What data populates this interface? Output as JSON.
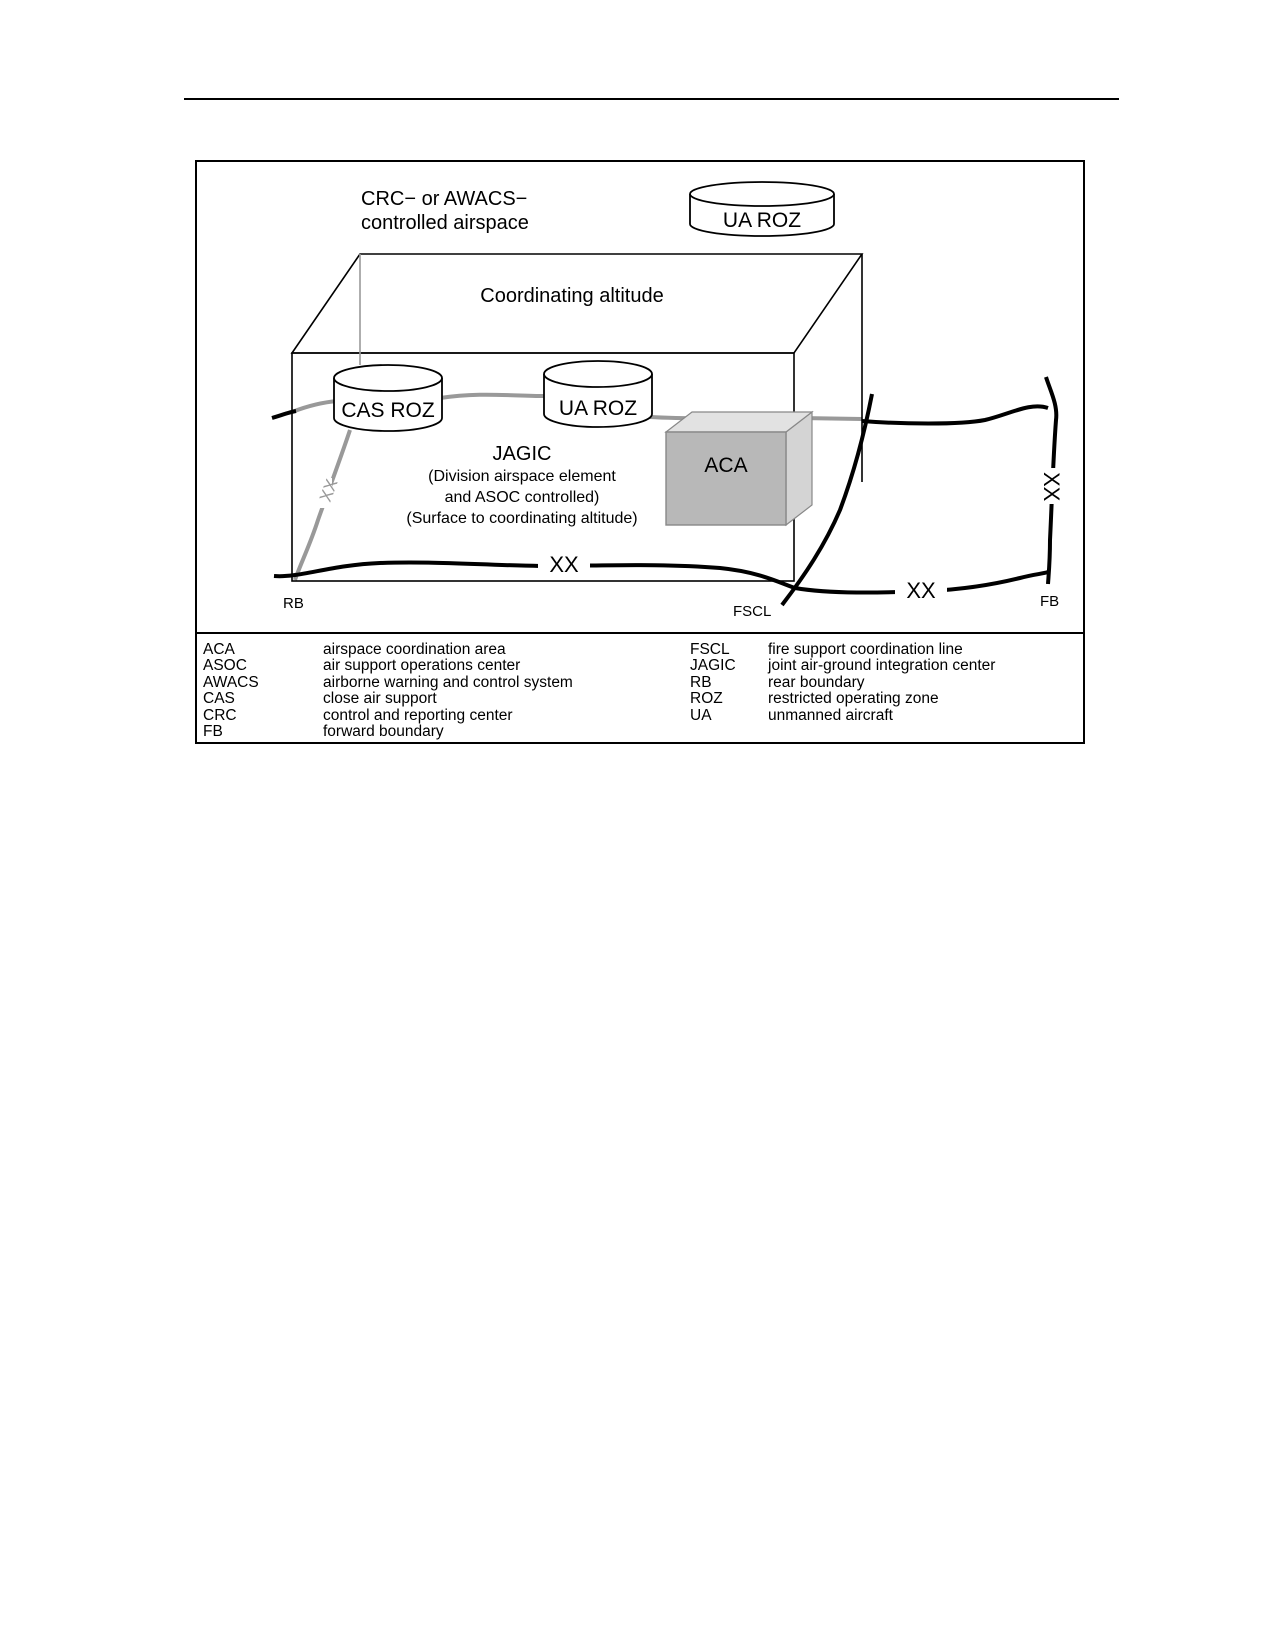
{
  "diagram": {
    "top_label_line1": "CRC− or AWACS−",
    "top_label_line2": "controlled airspace",
    "ua_roz_top": "UA ROZ",
    "coordinating_altitude": "Coordinating altitude",
    "cas_roz": "CAS ROZ",
    "ua_roz_inner": "UA ROZ",
    "aca": "ACA",
    "jagic_title": "JAGIC",
    "jagic_line1": "(Division airspace element",
    "jagic_line2": "and ASOC controlled)",
    "jagic_line3": "(Surface to coordinating altitude)",
    "boundary_symbol_bottom_left": "XX",
    "boundary_symbol_bottom_right": "XX",
    "boundary_symbol_right": "XX",
    "boundary_symbol_left": "XX",
    "rb_label": "RB",
    "fscl_label": "FSCL",
    "fb_label": "FB",
    "colors": {
      "aca_fill": "#b8b8b8",
      "aca_side": "#d4d4d4",
      "gray_line": "#999999",
      "black_line": "#000000"
    }
  },
  "legend": {
    "left": [
      {
        "abbr": "ACA",
        "definition": "airspace coordination area"
      },
      {
        "abbr": "ASOC",
        "definition": "air support operations center"
      },
      {
        "abbr": "AWACS",
        "definition": "airborne warning and control system"
      },
      {
        "abbr": "CAS",
        "definition": "close air support"
      },
      {
        "abbr": "CRC",
        "definition": "control and reporting center"
      },
      {
        "abbr": "FB",
        "definition": "forward boundary"
      }
    ],
    "right": [
      {
        "abbr": "FSCL",
        "definition": "fire support coordination line"
      },
      {
        "abbr": "JAGIC",
        "definition": "joint air-ground integration center"
      },
      {
        "abbr": "RB",
        "definition": "rear boundary"
      },
      {
        "abbr": "ROZ",
        "definition": "restricted operating zone"
      },
      {
        "abbr": "UA",
        "definition": "unmanned aircraft"
      }
    ]
  }
}
